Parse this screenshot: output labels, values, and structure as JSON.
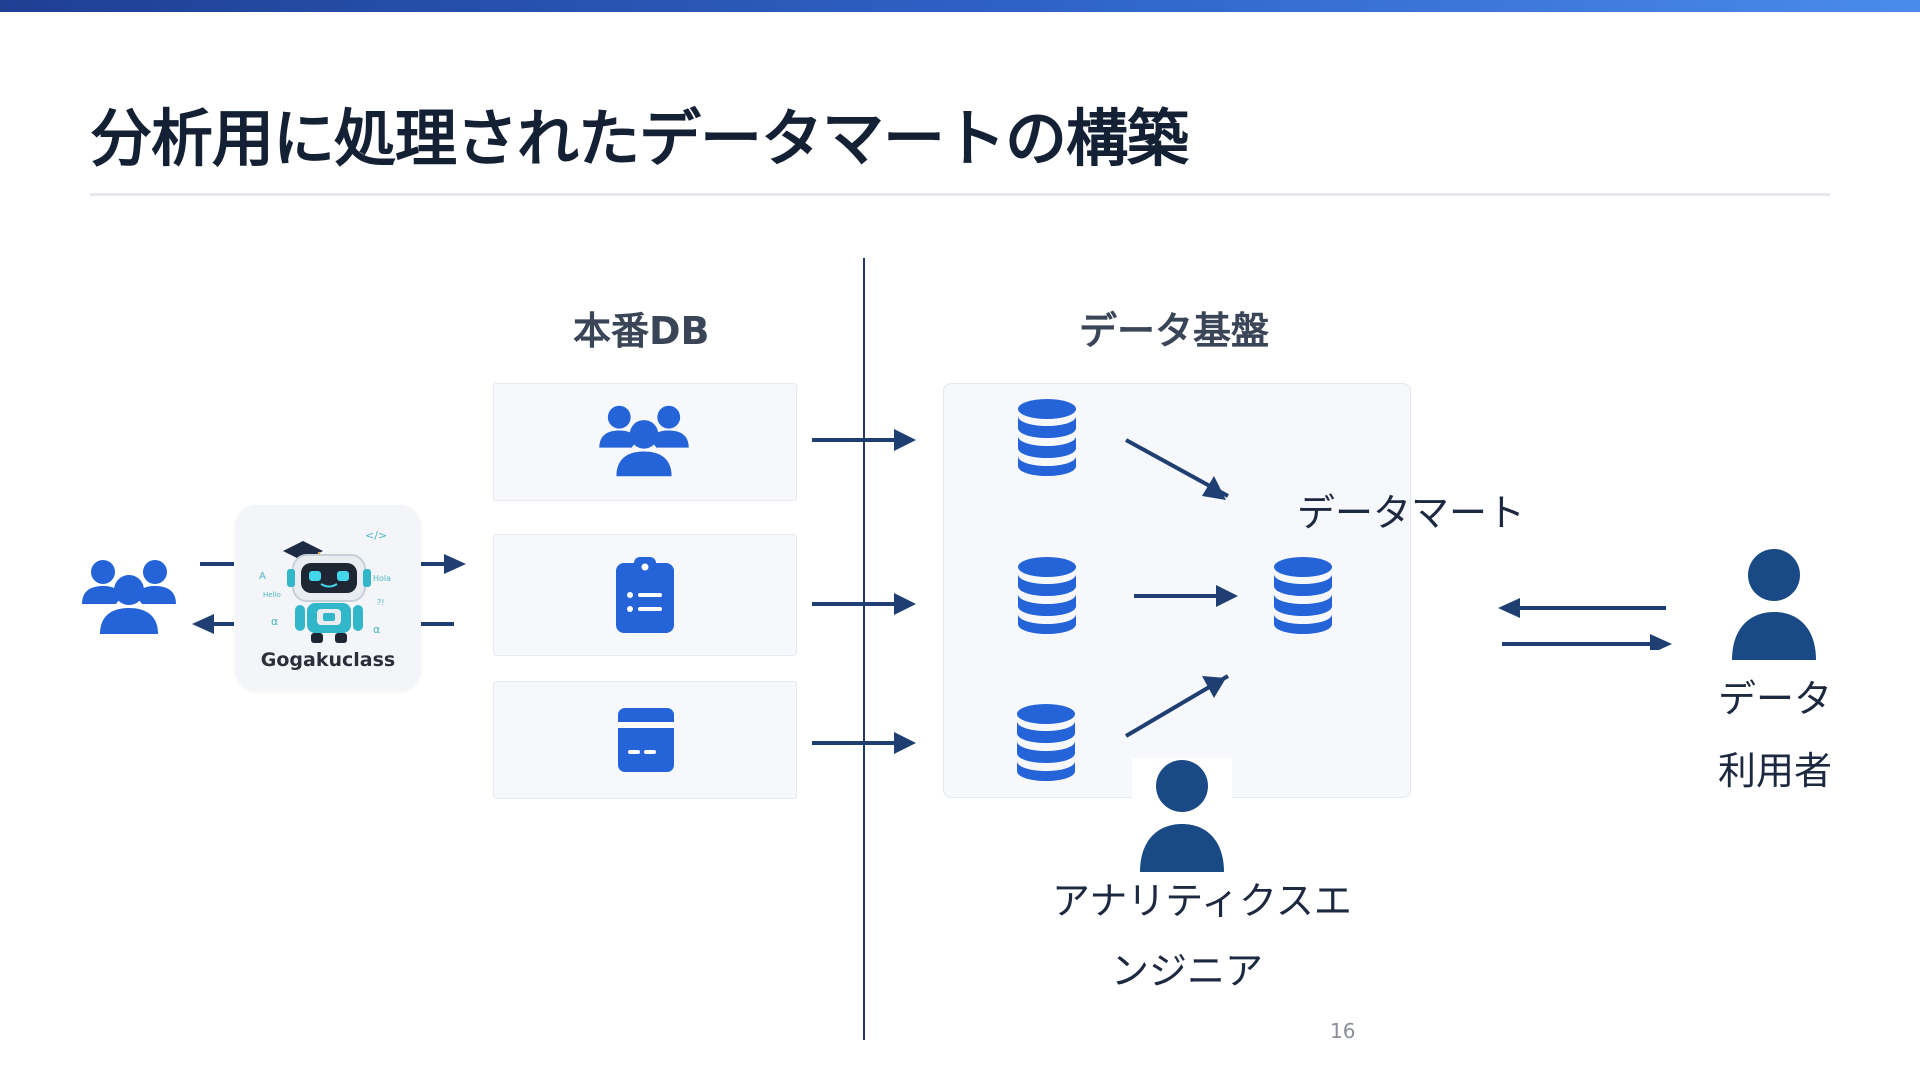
{
  "title": "分析用に処理されたデータマートの構築",
  "sections": {
    "production_db": "本番DB",
    "data_platform": "データ基盤"
  },
  "app_card": {
    "name": "Gogakuclass"
  },
  "data_mart_label": "データマート",
  "roles": {
    "analytics_engineer": [
      "アナリティクスエ",
      "ンジニア"
    ],
    "data_user": [
      "データ",
      "利用者"
    ]
  },
  "page_number": "16",
  "icons": {
    "users": "users-group-icon",
    "clipboard": "clipboard-list-icon",
    "card": "credit-card-icon",
    "database": "database-icon",
    "person": "person-icon",
    "robot": "robot-mascot-icon"
  },
  "colors": {
    "accent_blue": "#2563d9",
    "navy": "#1a4a86",
    "arrow": "#1f3f73",
    "title": "#142033"
  }
}
